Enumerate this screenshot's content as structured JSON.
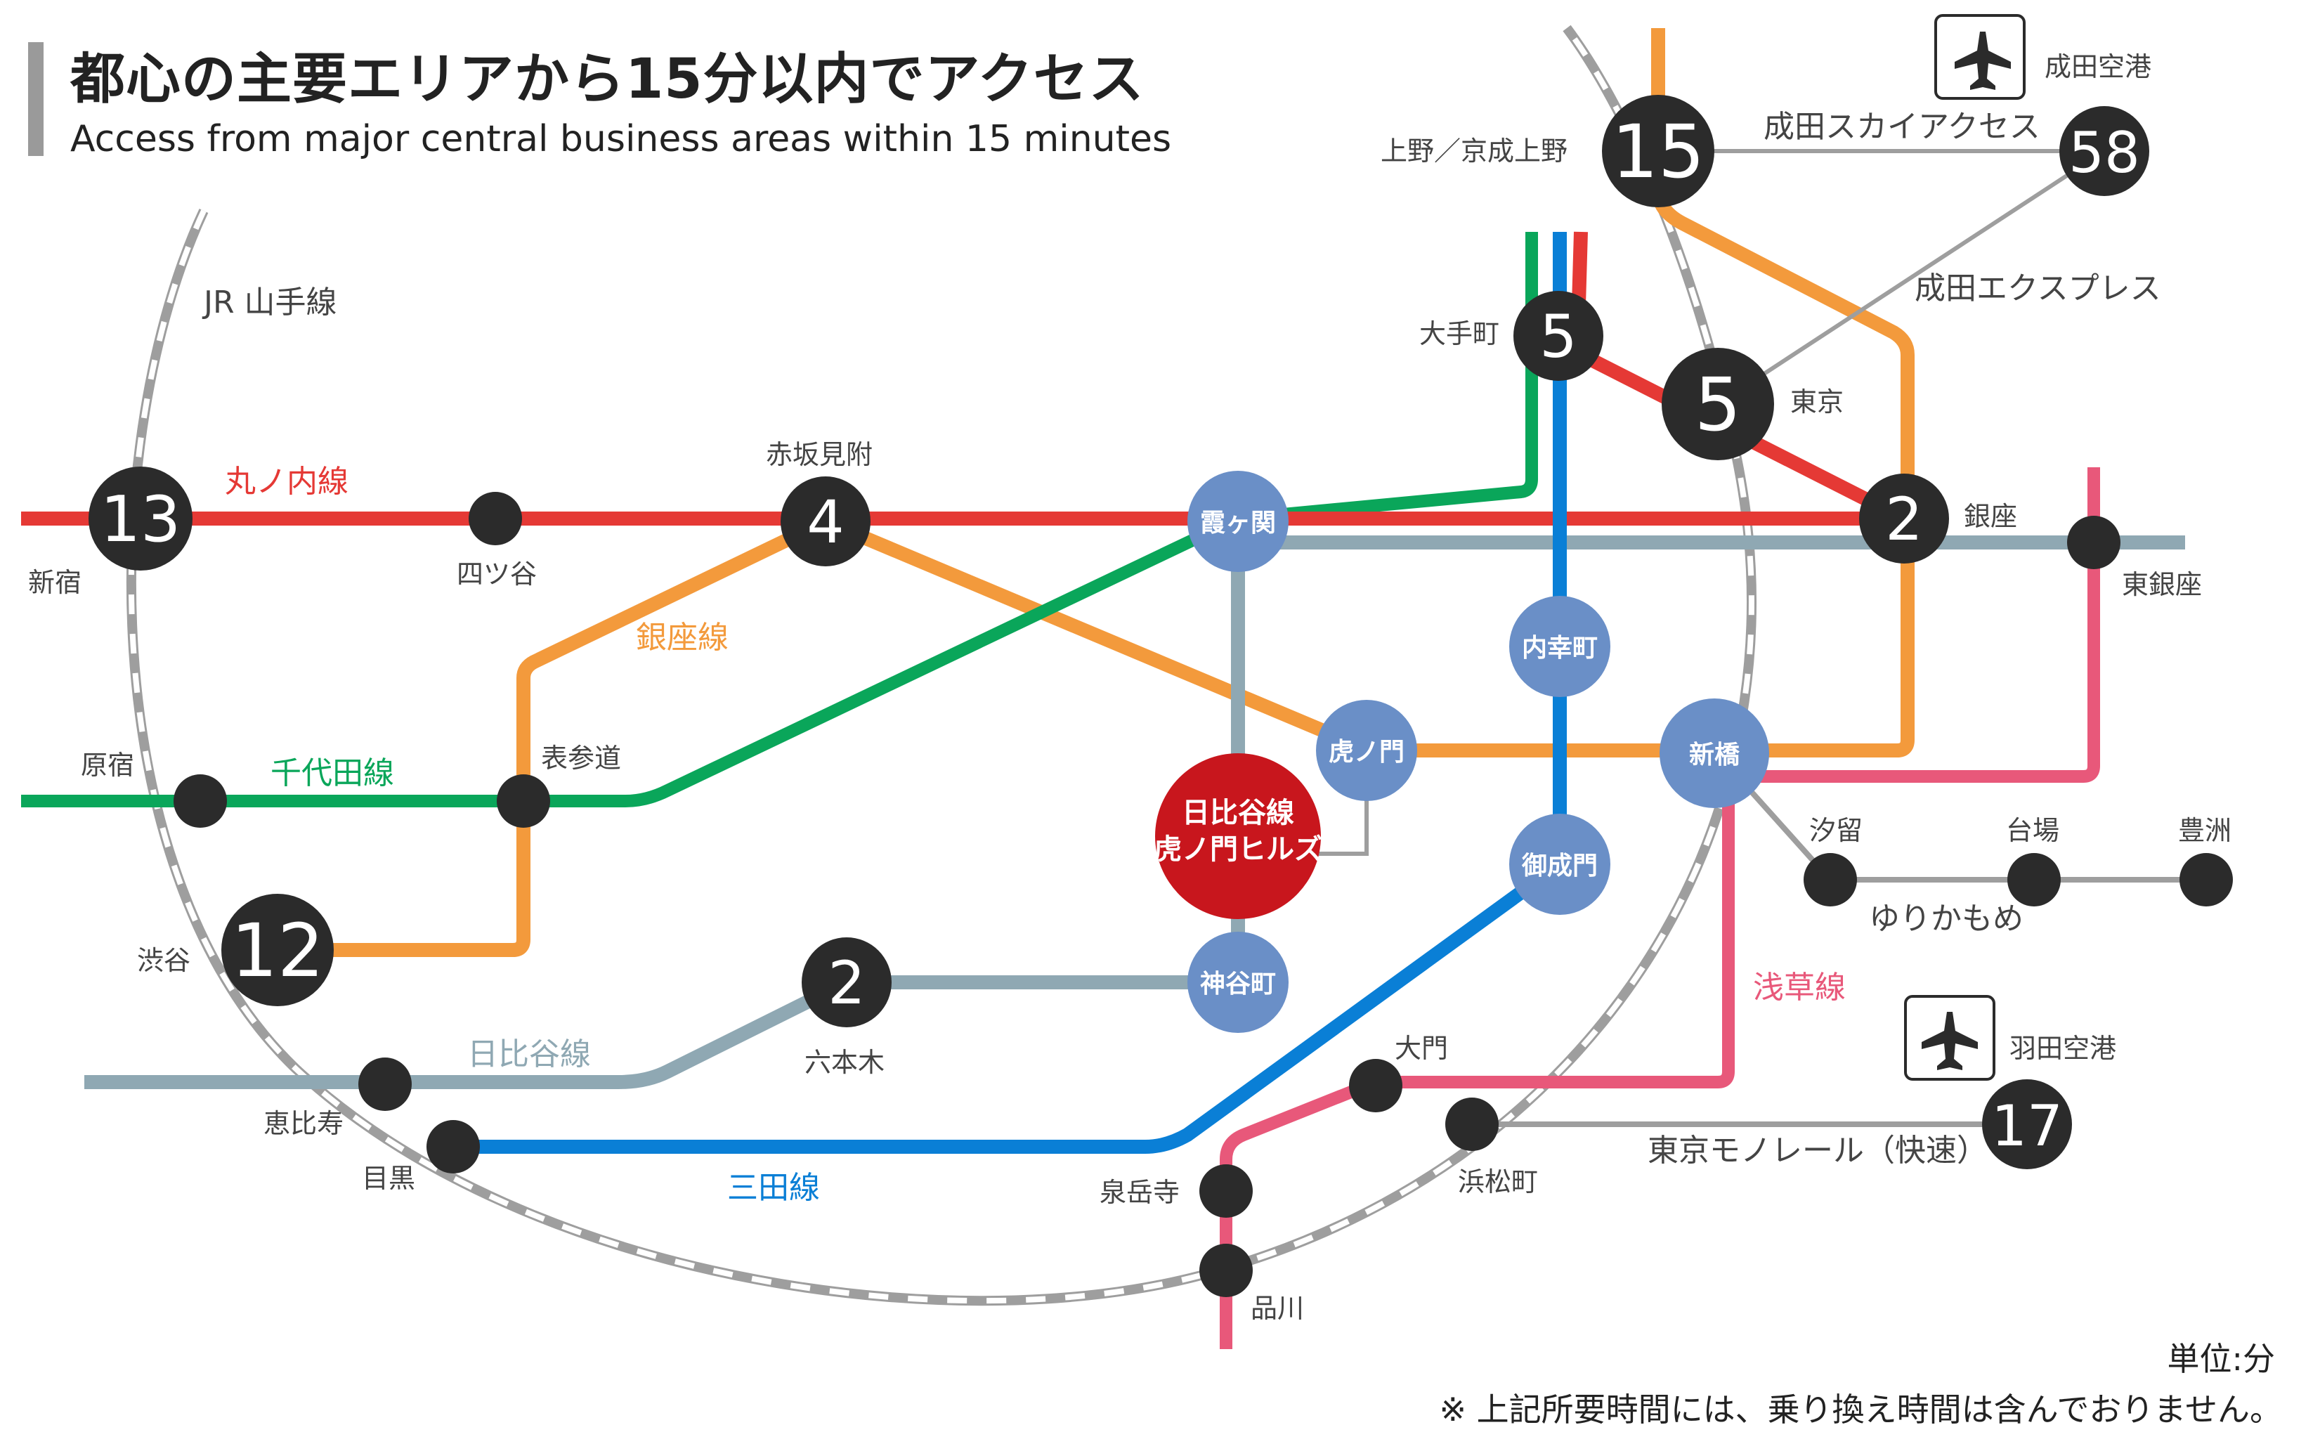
{
  "title": {
    "ja": "都心の主要エリアから15分以内でアクセス",
    "en": "Access from major central business areas within 15 minutes"
  },
  "unit_label": "単位:分",
  "footnote": "※ 上記所要時間には、乗り換え時間は含んでおりません。",
  "colors": {
    "marunouchi": "#e53935",
    "ginza": "#f39a3c",
    "chiyoda": "#0aa65a",
    "hibiya": "#8fa8b3",
    "mita": "#0a7fd6",
    "asakusa": "#e8587a",
    "namboku": "#0aa65a",
    "jr": "#9e9e9e",
    "connector": "#9e9e9e",
    "black_station": "#2b2b2b",
    "blue_station": "#6a8fc7",
    "destination": "#c8161d"
  },
  "lines": {
    "jr": "JR 山手線",
    "marunouchi": "丸ノ内線",
    "ginza": "銀座線",
    "chiyoda": "千代田線",
    "hibiya": "日比谷線",
    "mita": "三田線",
    "asakusa": "浅草線",
    "yurikamome": "ゆりかもめ",
    "skyaccess": "成田スカイアクセス",
    "express": "成田エクスプレス",
    "monorail": "東京モノレール（快速）"
  },
  "destination": {
    "line1": "日比谷線",
    "line2": "虎ノ門ヒルズ"
  },
  "stations": {
    "shinjuku": {
      "name": "新宿",
      "minutes": "13"
    },
    "yotsuya": {
      "name": "四ツ谷"
    },
    "akasakamitsuke": {
      "name": "赤坂見附",
      "minutes": "4"
    },
    "kasumigaseki": {
      "name": "霞ヶ関"
    },
    "otemachi": {
      "name": "大手町",
      "minutes": "5"
    },
    "tokyo": {
      "name": "東京",
      "minutes": "5"
    },
    "ginza": {
      "name": "銀座",
      "minutes": "2"
    },
    "higashiginza": {
      "name": "東銀座"
    },
    "ueno": {
      "name": "上野／京成上野",
      "minutes": "15"
    },
    "narita": {
      "name": "成田空港",
      "minutes": "58"
    },
    "uchisaiwaicho": {
      "name": "内幸町"
    },
    "toranomon": {
      "name": "虎ノ門"
    },
    "shimbashi": {
      "name": "新橋"
    },
    "onarimon": {
      "name": "御成門"
    },
    "kamiyacho": {
      "name": "神谷町"
    },
    "harajuku": {
      "name": "原宿"
    },
    "omotesando": {
      "name": "表参道"
    },
    "shibuya": {
      "name": "渋谷",
      "minutes": "12"
    },
    "roppongi": {
      "name": "六本木",
      "minutes": "2"
    },
    "ebisu": {
      "name": "恵比寿"
    },
    "meguro": {
      "name": "目黒"
    },
    "shiodome": {
      "name": "汐留"
    },
    "daiba": {
      "name": "台場"
    },
    "toyosu": {
      "name": "豊洲"
    },
    "daimon": {
      "name": "大門"
    },
    "hamamatsucho": {
      "name": "浜松町"
    },
    "sengakuji": {
      "name": "泉岳寺"
    },
    "shinagawa": {
      "name": "品川"
    },
    "haneda": {
      "name": "羽田空港",
      "minutes": "17"
    }
  },
  "icons": {
    "airport": "airplane-icon"
  }
}
